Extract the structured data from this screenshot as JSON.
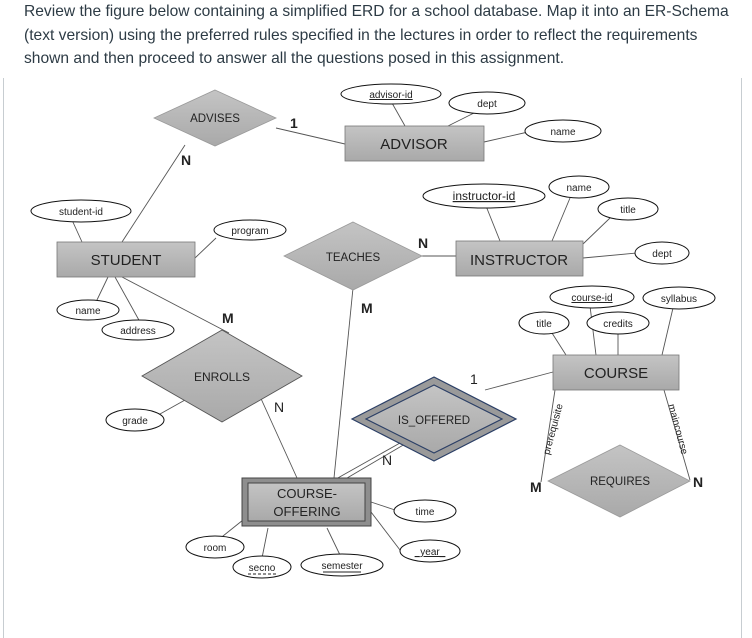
{
  "prompt_text": "Review the figure below containing a simplified ERD for a school database. Map it into an ER-Schema (text version) using the preferred rules specified in the lectures in order to reflect the requirements shown and then proceed to answer all the questions posed in this assignment.",
  "diagram": {
    "entities": {
      "advisor": "ADVISOR",
      "student": "STUDENT",
      "instructor": "INSTRUCTOR",
      "course": "COURSE",
      "course_offering_line1": "COURSE-",
      "course_offering_line2": "OFFERING"
    },
    "relationships": {
      "advises": "ADVISES",
      "teaches": "TEACHES",
      "enrolls": "ENROLLS",
      "is_offered": "IS_OFFERED",
      "requires": "REQUIRES"
    },
    "attributes": {
      "advisor_id": "advisor-id",
      "advisor_dept": "dept",
      "advisor_name": "name",
      "student_id": "student-id",
      "program": "program",
      "student_name": "name",
      "address": "address",
      "grade": "grade",
      "instructor_id": "instructor-id",
      "instructor_name": "name",
      "instructor_title": "title",
      "instructor_dept": "dept",
      "course_id": "course-id",
      "syllabus": "syllabus",
      "course_title": "title",
      "credits": "credits",
      "time": "time",
      "year": "_year_",
      "room": "room",
      "secno": "secno",
      "semester": "semester"
    },
    "cardinalities": {
      "advises_advisor": "1",
      "advises_student": "N",
      "teaches_instructor": "N",
      "teaches_offering": "M",
      "enrolls_student": "M",
      "enrolls_offering": "N",
      "offered_course": "1",
      "offered_offering": "N",
      "requires_prereq": "M",
      "requires_main": "N"
    },
    "role_labels": {
      "prerequisite": "prerequisite",
      "maincourse": "maincourse"
    }
  }
}
